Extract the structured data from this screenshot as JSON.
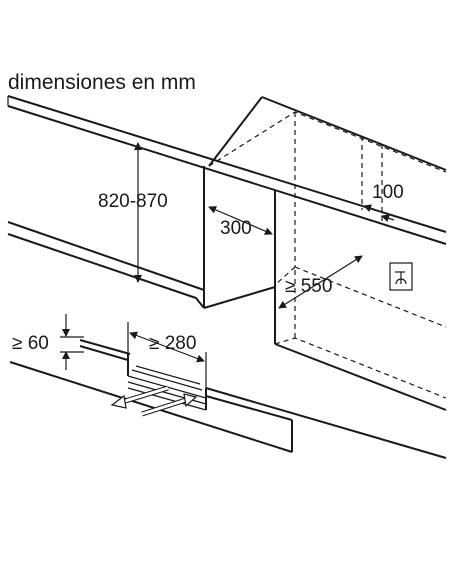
{
  "title": "dimensiones en mm",
  "dimensions": {
    "height": "820-870",
    "depth_top": "300",
    "wall_gap": "100",
    "cabinet_depth": "≥ 550",
    "vent_height": "≥ 60",
    "vent_width": "≥ 280"
  },
  "icons": [
    "electrical-socket-icon",
    "airflow-arrows-icon"
  ]
}
